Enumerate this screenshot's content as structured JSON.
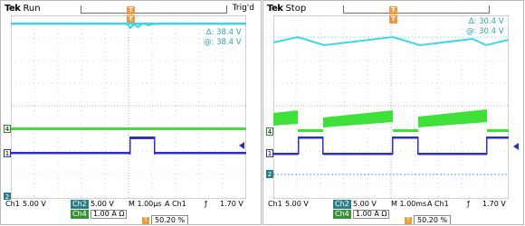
{
  "panels": [
    {
      "brand": "Tek",
      "mode": "Run",
      "trigger_status": "Trig'd",
      "cursor": {
        "delta": "Δ: 38.4 V",
        "at": "@: 38.4 V"
      },
      "channel_markers": [
        "4",
        "1",
        "2"
      ],
      "status": {
        "ch1_label": "Ch1",
        "ch1_value": "5.00 V",
        "ch2_label": "Ch2",
        "ch2_value": "5.00 V",
        "timebase": "M 1.00µs",
        "trig_src": "A  Ch1",
        "trig_slope": "ƒ",
        "trig_level": "1.70 V",
        "ch4_label": "Ch4",
        "ch4_value": "1.00 A Ω",
        "trig_pos": "50.20 %"
      }
    },
    {
      "brand": "Tek",
      "mode": "Stop",
      "trigger_status": "",
      "cursor": {
        "delta": "Δ: 30.4 V",
        "at": "@: 30.4 V"
      },
      "channel_markers": [
        "4",
        "1",
        "2"
      ],
      "status": {
        "ch1_label": "Ch1",
        "ch1_value": "5.00 V",
        "ch2_label": "Ch2",
        "ch2_value": "5.00 V",
        "timebase": "M 1.00ms",
        "trig_src": "A  Ch1",
        "trig_slope": "ƒ",
        "trig_level": "1.70 V",
        "ch4_label": "Ch4",
        "ch4_value": "1.00 A Ω",
        "trig_pos": "50.20 %"
      }
    }
  ],
  "colors": {
    "cyan_trace": "#3fd6e6",
    "green_trace": "#3fe03a",
    "blue_trace": "#2f2fc4",
    "grid_dots": "#a9a9a9",
    "trigger_marker": "#f29a3b"
  }
}
